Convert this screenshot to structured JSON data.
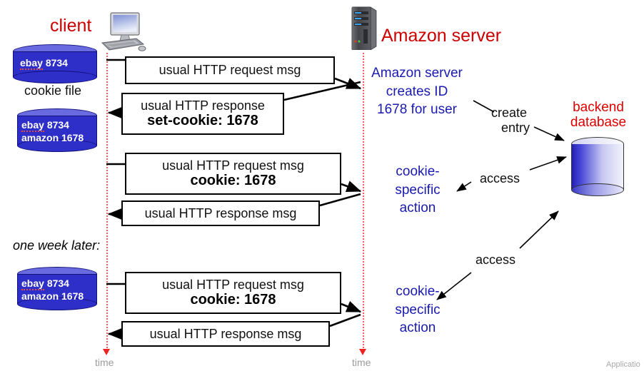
{
  "diagram": {
    "title_client": "client",
    "title_server": "Amazon server",
    "title_database": "backend\ndatabase",
    "database_line1": "backend",
    "database_line2": "database",
    "cookie_file_label": "cookie file",
    "one_week_later": "one week later:",
    "time_label_client": "time",
    "time_label_server": "time",
    "footer": "Applicatio"
  },
  "cookie_files": [
    {
      "name": "cookie-file-initial",
      "lines": [
        {
          "site": "ebay",
          "id": "8734"
        }
      ]
    },
    {
      "name": "cookie-file-after-set",
      "lines": [
        {
          "site": "ebay",
          "id": "8734"
        },
        {
          "site": "amazon",
          "id": "1678"
        }
      ]
    },
    {
      "name": "cookie-file-week-later",
      "lines": [
        {
          "site": "ebay",
          "id": "8734"
        },
        {
          "site": "amazon",
          "id": "1678"
        }
      ]
    }
  ],
  "messages": [
    {
      "name": "http-request-1",
      "line1": "usual HTTP request msg",
      "line2": ""
    },
    {
      "name": "http-response-set-cookie",
      "line1": "usual HTTP response",
      "line2": "set-cookie: 1678"
    },
    {
      "name": "http-request-cookie-1",
      "line1": "usual HTTP request msg",
      "line2": "cookie: 1678"
    },
    {
      "name": "http-response-2",
      "line1": "usual HTTP response msg",
      "line2": ""
    },
    {
      "name": "http-request-cookie-2",
      "line1": "usual HTTP request msg",
      "line2": "cookie: 1678"
    },
    {
      "name": "http-response-3",
      "line1": "usual HTTP response msg",
      "line2": ""
    }
  ],
  "server_notes": [
    {
      "name": "server-creates-id",
      "lines": [
        "Amazon server",
        "creates ID",
        "1678 for user"
      ]
    },
    {
      "name": "cookie-specific-action-1",
      "lines": [
        "cookie-",
        "specific",
        "action"
      ]
    },
    {
      "name": "cookie-specific-action-2",
      "lines": [
        "cookie-",
        "specific",
        "action"
      ]
    }
  ],
  "db_actions": [
    {
      "name": "create-entry",
      "line1": "create",
      "line2": "entry"
    },
    {
      "name": "access-1",
      "line1": "access",
      "line2": ""
    },
    {
      "name": "access-2",
      "line1": "access",
      "line2": ""
    }
  ],
  "colors": {
    "red_title": "#CC0000",
    "blue_text": "#1A1AB0",
    "cookie_blue": "#2E2EC8",
    "timeline_red": "#ff5a5a",
    "box_border": "#000000"
  }
}
